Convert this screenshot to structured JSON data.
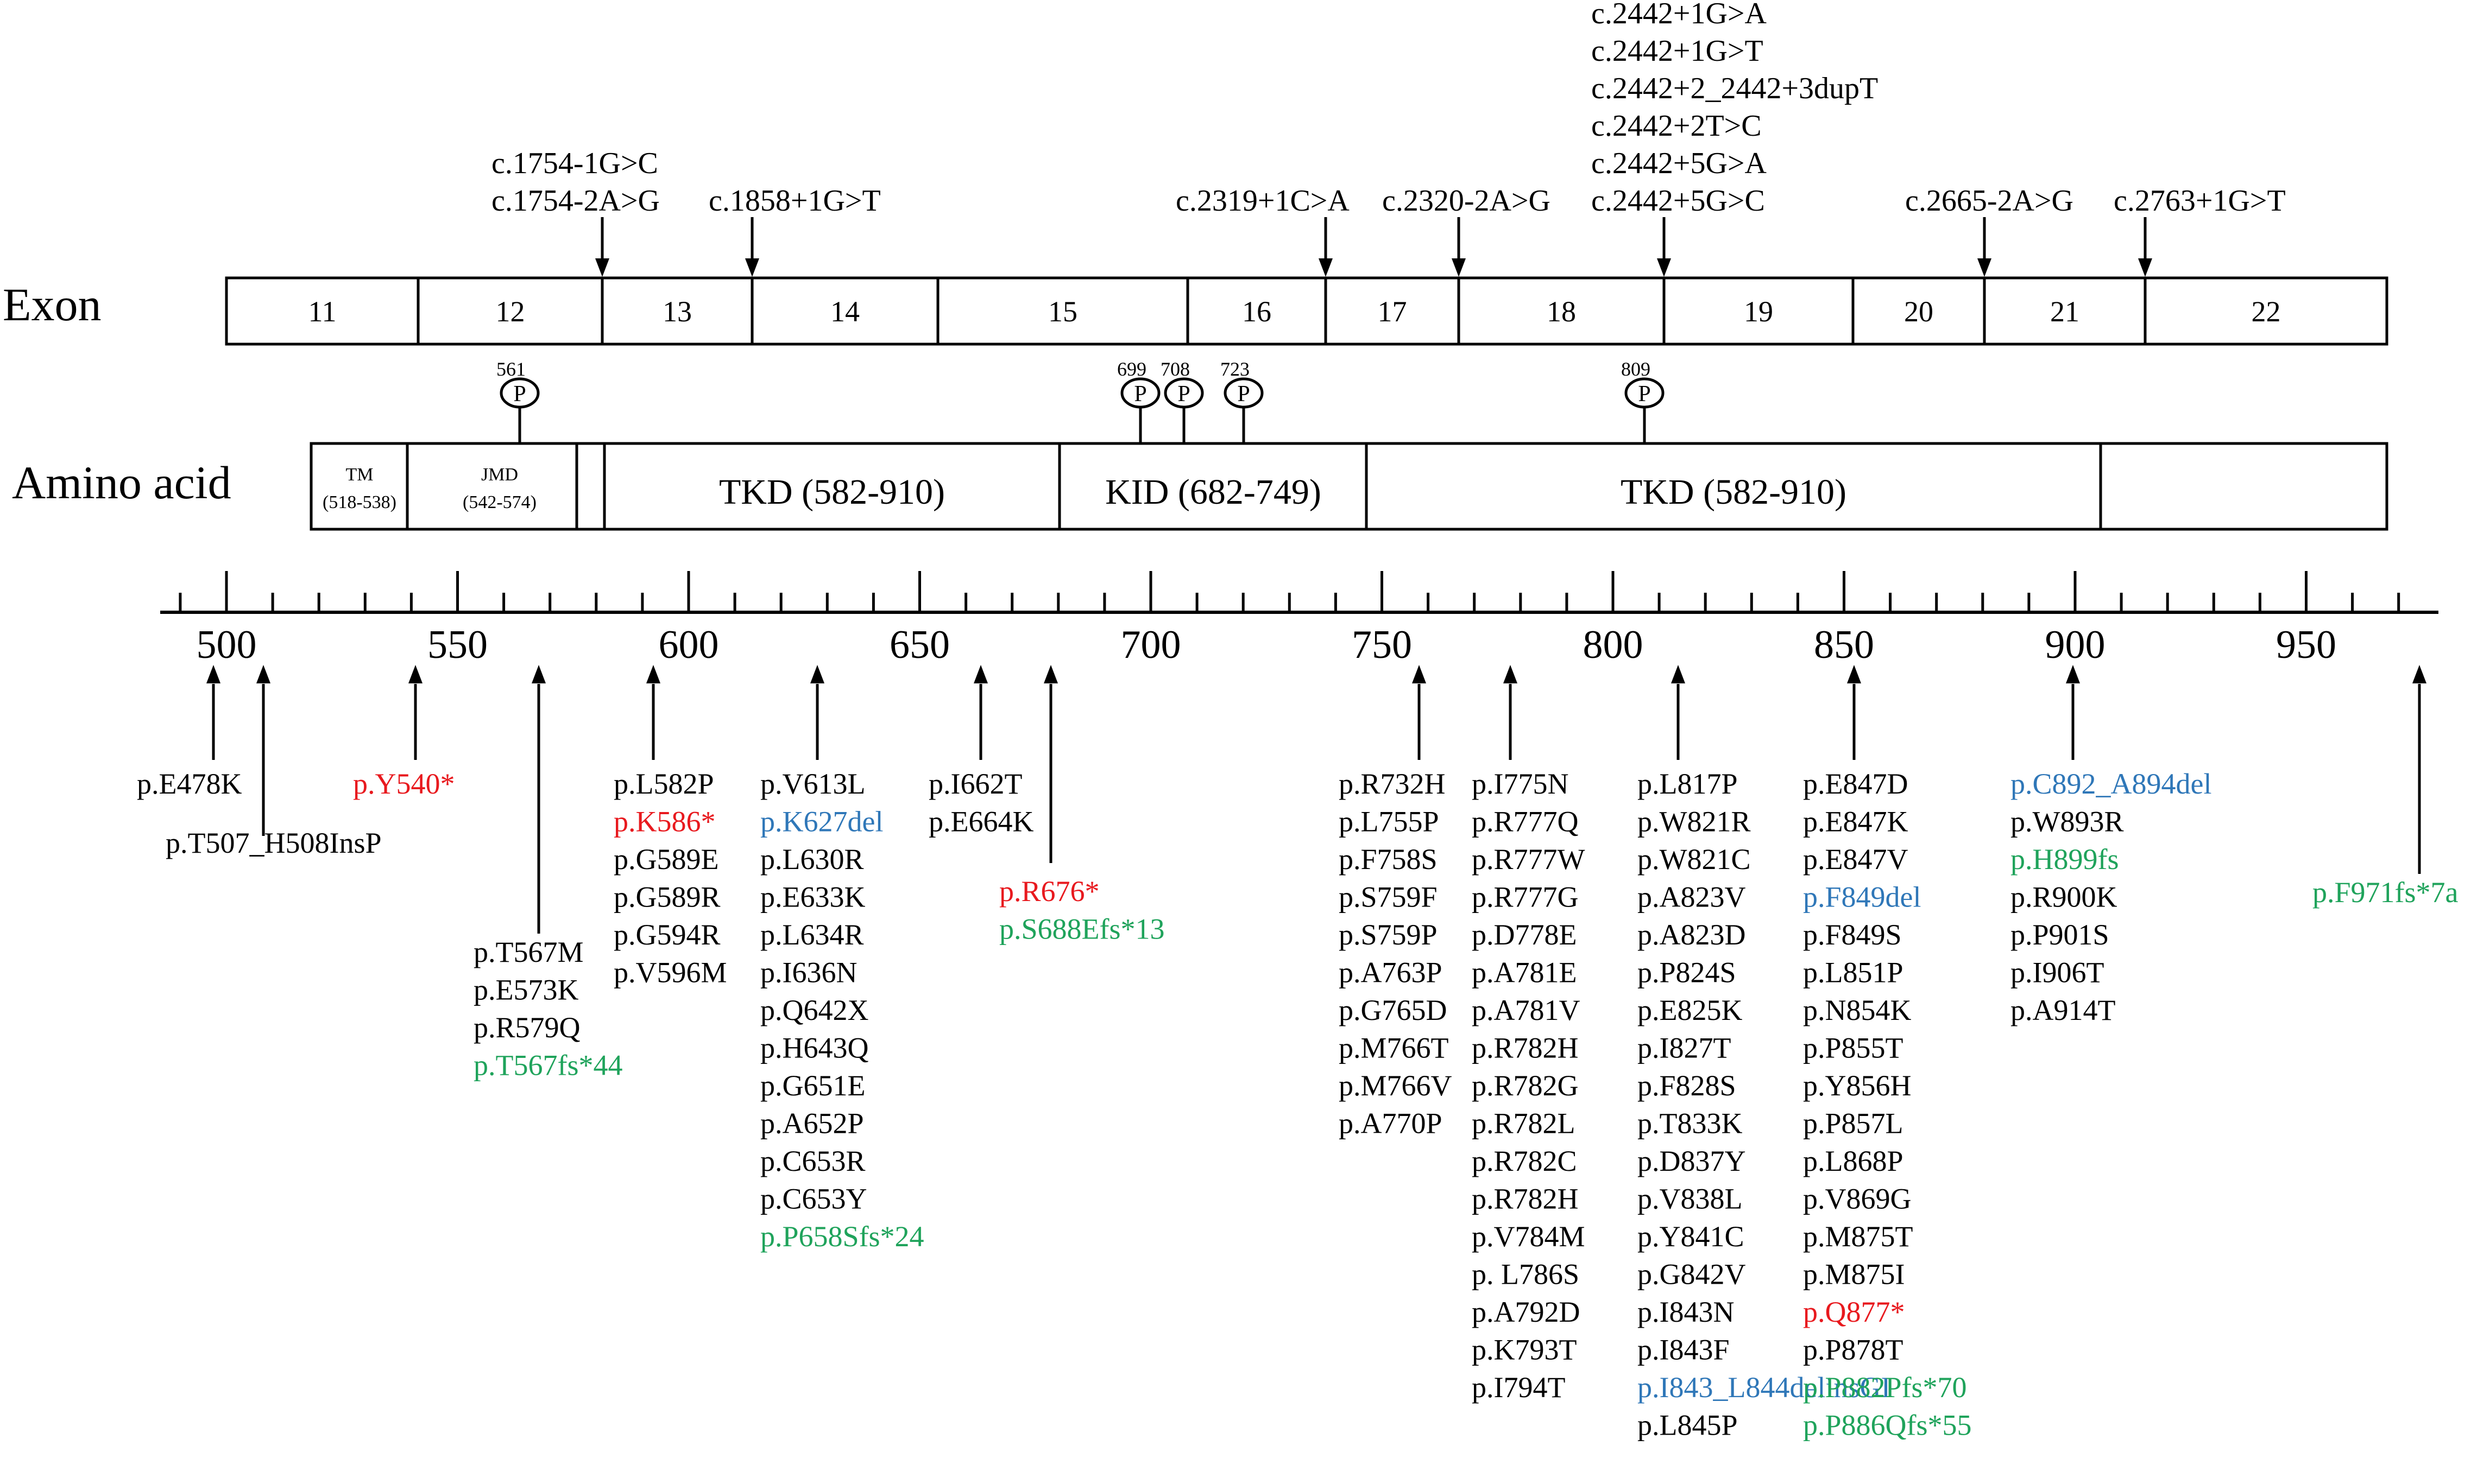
{
  "colors": {
    "line": "#000000",
    "text": "#000000",
    "nonsense": "#e8191e",
    "inframe": "#2f77b8",
    "frameshift": "#1fa35b"
  },
  "exon_row": {
    "label": "Exon",
    "exons": [
      "11",
      "12",
      "13",
      "14",
      "15",
      "16",
      "17",
      "18",
      "19",
      "20",
      "21",
      "22"
    ]
  },
  "protein_row": {
    "label": "Amino acid",
    "domains": [
      {
        "id": "tm",
        "label": "TM",
        "sublabel": "(518-538)"
      },
      {
        "id": "jmd",
        "label": "JMD",
        "sublabel": "(542-574)"
      },
      {
        "id": "tkd1",
        "label": "TKD (582-910)"
      },
      {
        "id": "kid",
        "label": "KID (682-749)"
      },
      {
        "id": "tkd2",
        "label": "TKD (582-910)"
      }
    ],
    "phospho_symbol": "P",
    "phospho_sites": [
      "561",
      "699",
      "708",
      "723",
      "809"
    ]
  },
  "axis": {
    "tick_labels": [
      "500",
      "550",
      "600",
      "650",
      "700",
      "750",
      "800",
      "850",
      "900",
      "950"
    ]
  },
  "splice_mutations": [
    {
      "id": "s1",
      "lines": [
        "c.1754-1G>C",
        "c.1754-2A>G"
      ]
    },
    {
      "id": "s2",
      "lines": [
        "c.1858+1G>T"
      ]
    },
    {
      "id": "s3",
      "lines": [
        "c.2319+1C>A"
      ]
    },
    {
      "id": "s4",
      "lines": [
        "c.2320-2A>G"
      ]
    },
    {
      "id": "s5",
      "lines": [
        "c.2442+1G>A",
        "c.2442+1G>T",
        "c.2442+2_2442+3dupT",
        "c.2442+2T>C",
        "c.2442+5G>A",
        "c.2442+5G>C"
      ]
    },
    {
      "id": "s6",
      "lines": [
        "c.2665-2A>G"
      ]
    },
    {
      "id": "s7",
      "lines": [
        "c.2763+1G>T"
      ]
    }
  ],
  "variant_groups": [
    {
      "id": "g1",
      "items": [
        {
          "t": "p.E478K",
          "c": "k"
        }
      ]
    },
    {
      "id": "g2",
      "items": [
        {
          "t": "p.T507_H508InsP",
          "c": "k"
        }
      ]
    },
    {
      "id": "g3",
      "items": [
        {
          "t": "p.Y540*",
          "c": "r"
        }
      ]
    },
    {
      "id": "g4",
      "items": [
        {
          "t": "p.T567M",
          "c": "k"
        },
        {
          "t": "p.E573K",
          "c": "k"
        },
        {
          "t": "p.R579Q",
          "c": "k"
        },
        {
          "t": "p.T567fs*44",
          "c": "g"
        }
      ]
    },
    {
      "id": "g5",
      "items": [
        {
          "t": "p.L582P",
          "c": "k"
        },
        {
          "t": "p.K586*",
          "c": "r"
        },
        {
          "t": "p.G589E",
          "c": "k"
        },
        {
          "t": "p.G589R",
          "c": "k"
        },
        {
          "t": "p.G594R",
          "c": "k"
        },
        {
          "t": "p.V596M",
          "c": "k"
        }
      ]
    },
    {
      "id": "g6",
      "items": [
        {
          "t": "p.V613L",
          "c": "k"
        },
        {
          "t": "p.K627del",
          "c": "b"
        },
        {
          "t": "p.L630R",
          "c": "k"
        },
        {
          "t": "p.E633K",
          "c": "k"
        },
        {
          "t": "p.L634R",
          "c": "k"
        },
        {
          "t": "p.I636N",
          "c": "k"
        },
        {
          "t": "p.Q642X",
          "c": "k"
        },
        {
          "t": "p.H643Q",
          "c": "k"
        },
        {
          "t": "p.G651E",
          "c": "k"
        },
        {
          "t": "p.A652P",
          "c": "k"
        },
        {
          "t": "p.C653R",
          "c": "k"
        },
        {
          "t": "p.C653Y",
          "c": "k"
        },
        {
          "t": "p.P658Sfs*24",
          "c": "g"
        }
      ]
    },
    {
      "id": "g7",
      "items": [
        {
          "t": "p.I662T",
          "c": "k"
        },
        {
          "t": "p.E664K",
          "c": "k"
        }
      ]
    },
    {
      "id": "g8",
      "items": [
        {
          "t": "p.R676*",
          "c": "r"
        },
        {
          "t": "p.S688Efs*13",
          "c": "g"
        }
      ]
    },
    {
      "id": "g9",
      "items": [
        {
          "t": "p.R732H",
          "c": "k"
        },
        {
          "t": "p.L755P",
          "c": "k"
        },
        {
          "t": "p.F758S",
          "c": "k"
        },
        {
          "t": "p.S759F",
          "c": "k"
        },
        {
          "t": "p.S759P",
          "c": "k"
        },
        {
          "t": "p.A763P",
          "c": "k"
        },
        {
          "t": "p.G765D",
          "c": "k"
        },
        {
          "t": "p.M766T",
          "c": "k"
        },
        {
          "t": "p.M766V",
          "c": "k"
        },
        {
          "t": "p.A770P",
          "c": "k"
        }
      ]
    },
    {
      "id": "g10",
      "items": [
        {
          "t": "p.I775N",
          "c": "k"
        },
        {
          "t": "p.R777Q",
          "c": "k"
        },
        {
          "t": "p.R777W",
          "c": "k"
        },
        {
          "t": "p.R777G",
          "c": "k"
        },
        {
          "t": "p.D778E",
          "c": "k"
        },
        {
          "t": "p.A781E",
          "c": "k"
        },
        {
          "t": "p.A781V",
          "c": "k"
        },
        {
          "t": "p.R782H",
          "c": "k"
        },
        {
          "t": "p.R782G",
          "c": "k"
        },
        {
          "t": "p.R782L",
          "c": "k"
        },
        {
          "t": "p.R782C",
          "c": "k"
        },
        {
          "t": "p.R782H",
          "c": "k"
        },
        {
          "t": "p.V784M",
          "c": "k"
        },
        {
          "t": "p. L786S",
          "c": "k"
        },
        {
          "t": "p.A792D",
          "c": "k"
        },
        {
          "t": "p.K793T",
          "c": "k"
        },
        {
          "t": "p.I794T",
          "c": "k"
        }
      ]
    },
    {
      "id": "g11",
      "items": [
        {
          "t": "p.L817P",
          "c": "k"
        },
        {
          "t": "p.W821R",
          "c": "k"
        },
        {
          "t": "p.W821C",
          "c": "k"
        },
        {
          "t": "p.A823V",
          "c": "k"
        },
        {
          "t": "p.A823D",
          "c": "k"
        },
        {
          "t": "p.P824S",
          "c": "k"
        },
        {
          "t": "p.E825K",
          "c": "k"
        },
        {
          "t": "p.I827T",
          "c": "k"
        },
        {
          "t": "p.F828S",
          "c": "k"
        },
        {
          "t": "p.T833K",
          "c": "k"
        },
        {
          "t": "p.D837Y",
          "c": "k"
        },
        {
          "t": "p.V838L",
          "c": "k"
        },
        {
          "t": "p.Y841C",
          "c": "k"
        },
        {
          "t": "p.G842V",
          "c": "k"
        },
        {
          "t": "p.I843N",
          "c": "k"
        },
        {
          "t": "p.I843F",
          "c": "k"
        },
        {
          "t": "p.I843_L844delinsGI",
          "c": "b"
        },
        {
          "t": "p.L845P",
          "c": "k"
        }
      ]
    },
    {
      "id": "g12",
      "items": [
        {
          "t": "p.E847D",
          "c": "k"
        },
        {
          "t": "p.E847K",
          "c": "k"
        },
        {
          "t": "p.E847V",
          "c": "k"
        },
        {
          "t": "p.F849del",
          "c": "b"
        },
        {
          "t": "p.F849S",
          "c": "k"
        },
        {
          "t": "p.L851P",
          "c": "k"
        },
        {
          "t": "p.N854K",
          "c": "k"
        },
        {
          "t": "p.P855T",
          "c": "k"
        },
        {
          "t": "p.Y856H",
          "c": "k"
        },
        {
          "t": "p.P857L",
          "c": "k"
        },
        {
          "t": "p.L868P",
          "c": "k"
        },
        {
          "t": "p.V869G",
          "c": "k"
        },
        {
          "t": "p.M875T",
          "c": "k"
        },
        {
          "t": "p.M875I",
          "c": "k"
        },
        {
          "t": "p.Q877*",
          "c": "r"
        },
        {
          "t": "p.P878T",
          "c": "k"
        },
        {
          "t": "p.P882Pfs*70",
          "c": "g"
        },
        {
          "t": "p.P886Qfs*55",
          "c": "g"
        }
      ]
    },
    {
      "id": "g13",
      "items": [
        {
          "t": "p.C892_A894del",
          "c": "b"
        },
        {
          "t": "p.W893R",
          "c": "k"
        },
        {
          "t": "p.H899fs",
          "c": "g"
        },
        {
          "t": "p.R900K",
          "c": "k"
        },
        {
          "t": "p.P901S",
          "c": "k"
        },
        {
          "t": "p.I906T",
          "c": "k"
        },
        {
          "t": "p.A914T",
          "c": "k"
        }
      ]
    },
    {
      "id": "g14",
      "items": [
        {
          "t": "p.F971fs*7a",
          "c": "g"
        }
      ]
    }
  ]
}
